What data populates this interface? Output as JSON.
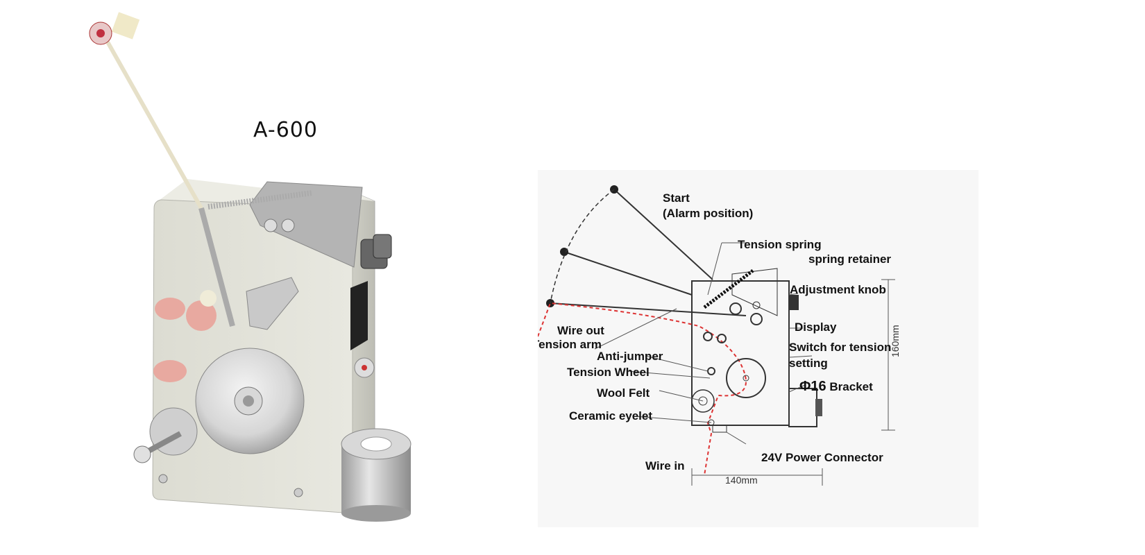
{
  "product": {
    "model": "A-600"
  },
  "diagram": {
    "labels": {
      "start": "Start",
      "alarm_position": "(Alarm position)",
      "tension_spring": "Tension spring",
      "spring_retainer": "spring retainer",
      "adjustment_knob": "Adjustment knob",
      "display": "Display",
      "switch_line1": "Switch for tension",
      "switch_line2": "setting",
      "wire_out": "Wire out",
      "tension_arm": "Tension arm",
      "anti_jumper": "Anti-jumper",
      "tension_wheel": "Tension Wheel",
      "wool_felt": "Wool Felt",
      "ceramic_eyelet": "Ceramic eyelet",
      "bracket_prefix": "Φ16",
      "bracket": " Bracket",
      "power_connector": "24V Power Connector",
      "wire_in": "Wire in"
    },
    "dimensions": {
      "height": "160mm",
      "width": "140mm"
    }
  }
}
